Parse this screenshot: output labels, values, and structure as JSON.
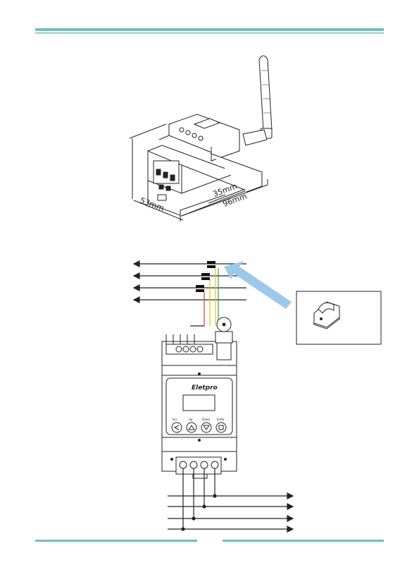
{
  "dimensions": {
    "depth_label": "53mm",
    "width_label": "96mm",
    "rail_label": "35mm"
  },
  "meter": {
    "brand": "Eletpro",
    "buttons": [
      "Esc",
      "Up",
      "Down",
      "Enter"
    ]
  },
  "colors": {
    "header_rule": "#6fbfbe",
    "arrow_callout": "#9cc9ea",
    "wire_red": "#d9352b",
    "wire_yellow": "#e6c21a",
    "wire_green": "#3aa14a"
  }
}
